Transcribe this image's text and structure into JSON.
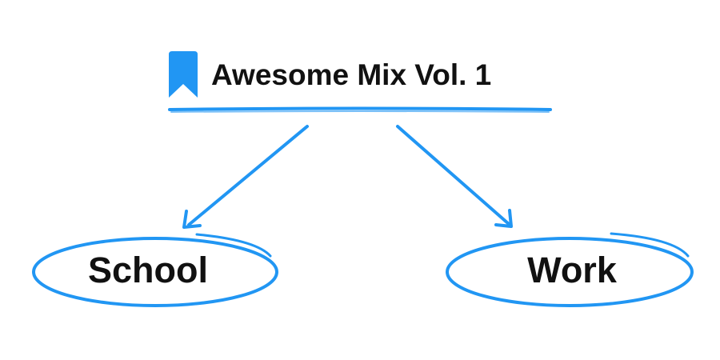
{
  "title": {
    "text": "Awesome Mix Vol. 1",
    "icon": "bookmark-icon"
  },
  "nodes": [
    {
      "id": "school",
      "label": "School"
    },
    {
      "id": "work",
      "label": "Work"
    }
  ],
  "edges": [
    {
      "from": "title",
      "to": "school"
    },
    {
      "from": "title",
      "to": "work"
    }
  ],
  "colors": {
    "accent": "#2196F3",
    "text": "#111111",
    "background": "#ffffff"
  }
}
